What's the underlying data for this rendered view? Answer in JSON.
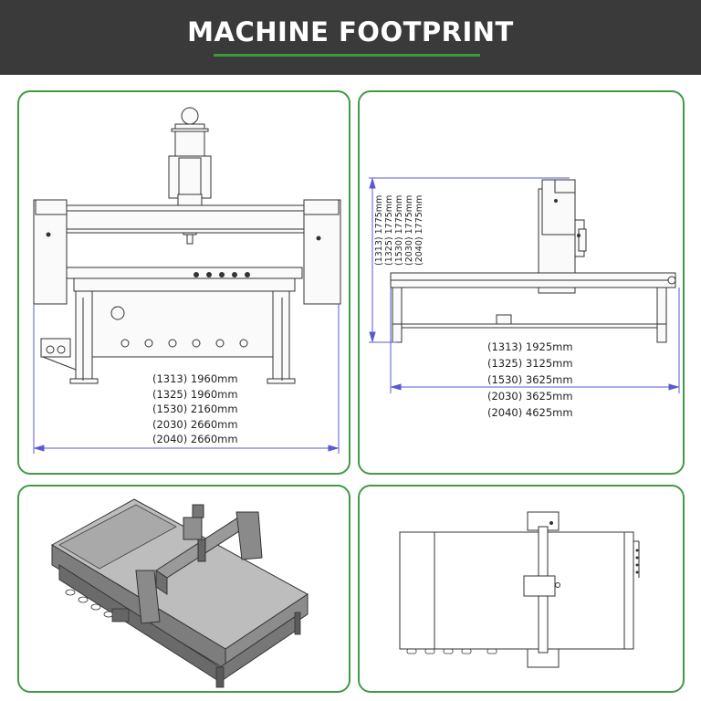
{
  "header": {
    "title": "MACHINE FOOTPRINT"
  },
  "colors": {
    "header_bg": "#3a3a3a",
    "accent_green": "#3f9b45",
    "dimension_line": "#5a5ad0"
  },
  "front_view": {
    "dimensions": [
      "(1313) 1960mm",
      "(1325) 1960mm",
      "(1530) 2160mm",
      "(2030) 2660mm",
      "(2040) 2660mm"
    ]
  },
  "side_view": {
    "length_dimensions": [
      "(1313)  1925mm",
      "(1325)  3125mm",
      "(1530)  3625mm",
      "(2030)  3625mm",
      "(2040)  4625mm"
    ],
    "height_dimensions": [
      "(1313)  1775mm",
      "(1325)  1775mm",
      "(1530)  1775mm",
      "(2030)  1775mm",
      "(2040)  1775mm"
    ]
  }
}
